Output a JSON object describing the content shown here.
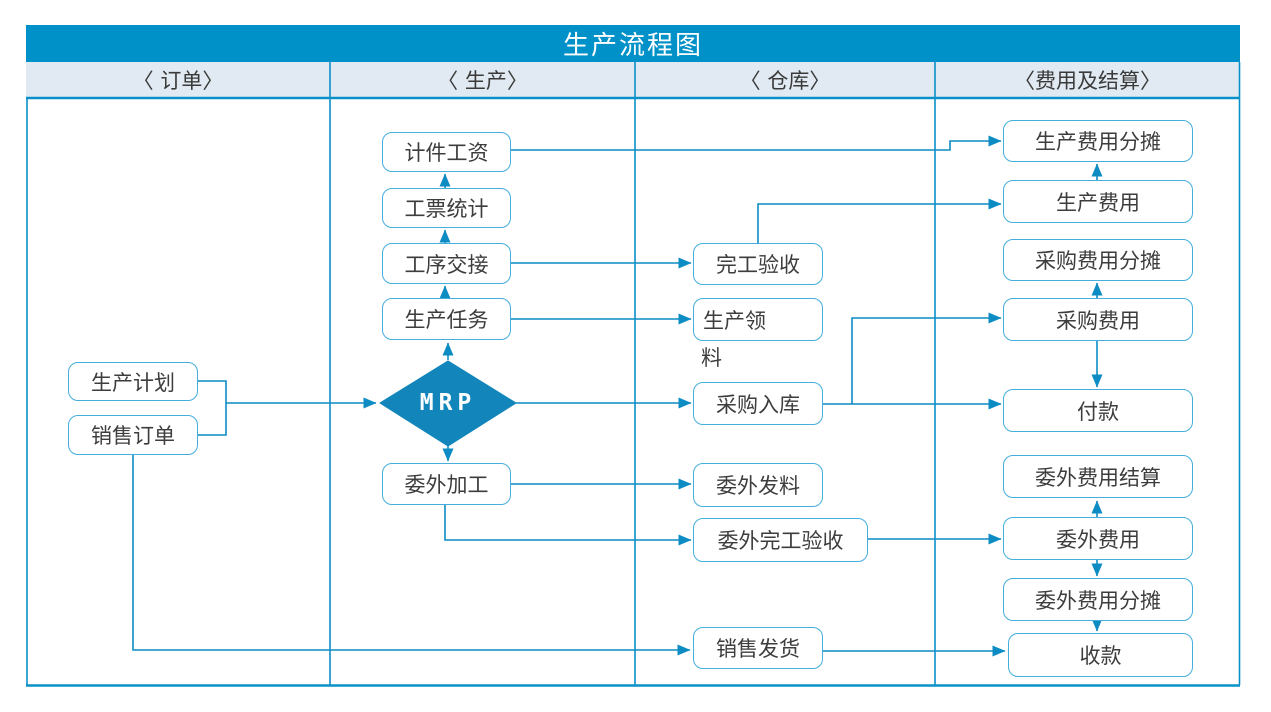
{
  "title": "生产流程图",
  "lanes": [
    {
      "label": "〈 订单〉"
    },
    {
      "label": "〈 生产〉"
    },
    {
      "label": "〈 仓库〉"
    },
    {
      "label": "〈费用及结算〉"
    }
  ],
  "nodes": {
    "production_plan": "生产计划",
    "sales_order": "销售订单",
    "piece_wage": "计件工资",
    "work_ticket_stats": "工票统计",
    "process_handover": "工序交接",
    "production_task": "生产任务",
    "mrp": "MRP",
    "outsource_processing": "委外加工",
    "completion_acceptance": "完工验收",
    "production_picking_line1": "生产领",
    "production_picking_line2": "料",
    "purchase_inbound": "采购入库",
    "outsource_issue": "委外发料",
    "outsource_completion": "委外完工验收",
    "sales_delivery": "销售发货",
    "production_cost_allocation": "生产费用分摊",
    "production_cost": "生产费用",
    "purchase_cost_allocation": "采购费用分摊",
    "purchase_cost": "采购费用",
    "payment": "付款",
    "outsource_cost_settlement": "委外费用结算",
    "outsource_cost": "委外费用",
    "outsource_cost_allocation": "委外费用分摊",
    "receipt": "收款"
  },
  "edges": [
    {
      "from": "production_plan",
      "to": "mrp"
    },
    {
      "from": "sales_order",
      "to": "mrp"
    },
    {
      "from": "mrp",
      "to": "production_task"
    },
    {
      "from": "production_task",
      "to": "process_handover"
    },
    {
      "from": "process_handover",
      "to": "work_ticket_stats"
    },
    {
      "from": "work_ticket_stats",
      "to": "piece_wage"
    },
    {
      "from": "piece_wage",
      "to": "production_cost_allocation"
    },
    {
      "from": "process_handover",
      "to": "completion_acceptance"
    },
    {
      "from": "completion_acceptance",
      "to": "production_cost"
    },
    {
      "from": "production_cost",
      "to": "production_cost_allocation"
    },
    {
      "from": "production_task",
      "to": "production_picking"
    },
    {
      "from": "mrp",
      "to": "purchase_inbound"
    },
    {
      "from": "purchase_inbound",
      "to": "purchase_cost"
    },
    {
      "from": "purchase_inbound",
      "to": "payment"
    },
    {
      "from": "purchase_cost",
      "to": "purchase_cost_allocation"
    },
    {
      "from": "purchase_cost",
      "to": "payment"
    },
    {
      "from": "mrp",
      "to": "outsource_processing"
    },
    {
      "from": "outsource_processing",
      "to": "outsource_issue"
    },
    {
      "from": "outsource_processing",
      "to": "outsource_completion"
    },
    {
      "from": "outsource_completion",
      "to": "outsource_cost"
    },
    {
      "from": "outsource_cost",
      "to": "outsource_cost_settlement"
    },
    {
      "from": "outsource_cost",
      "to": "outsource_cost_allocation"
    },
    {
      "from": "outsource_cost_allocation",
      "to": "receipt"
    },
    {
      "from": "sales_order",
      "to": "sales_delivery"
    },
    {
      "from": "sales_delivery",
      "to": "receipt"
    }
  ],
  "colors": {
    "title_bar": "#0191c9",
    "header_bg": "#e1eaf2",
    "line": "#0d8cc4",
    "box_border": "#45aedd",
    "diamond_fill": "#1286bb",
    "text": "#3d3d3d"
  }
}
